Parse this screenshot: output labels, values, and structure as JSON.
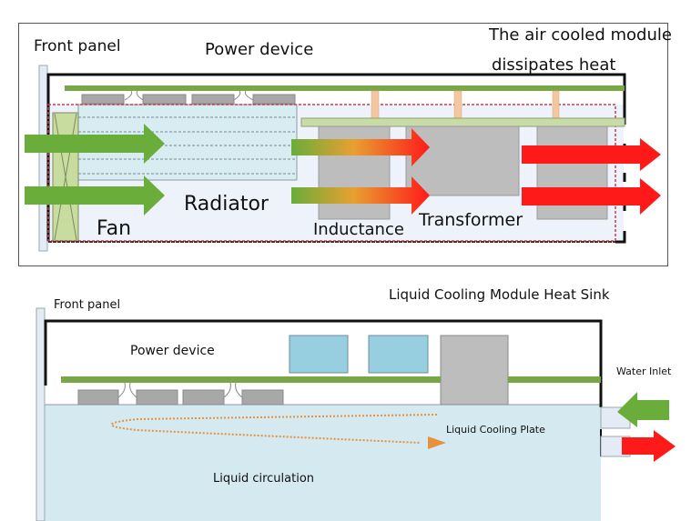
{
  "air_cooled_diagram": {
    "labels": {
      "front_panel": "Front panel",
      "power_device": "Power device",
      "title_line1": "The air cooled module",
      "title_line2": "dissipates heat",
      "radiator": "Radiator",
      "fan": "Fan",
      "inductance": "Inductance",
      "transformer": "Transformer"
    },
    "airflow": {
      "inlet": "cool air (green)",
      "through_components": "warming air (green to red)",
      "outlet": "hot air (red)"
    }
  },
  "liquid_cooled_diagram": {
    "labels": {
      "front_panel": "Front panel",
      "title": "Liquid Cooling Module Heat Sink",
      "power_device": "Power device",
      "water_inlet": "Water Inlet",
      "cooling_plate": "Liquid Cooling Plate",
      "circulation": "Liquid circulation"
    }
  },
  "colors": {
    "cool_arrow": "#6aad3a",
    "hot_arrow": "#ff1a1a",
    "pcb_green": "#79a748",
    "pcb_light_green": "#c9dca7",
    "component_gray": "#bdbdbd",
    "radiator_blue": "#d7edf2",
    "liquid_plate": "#d4eaf0",
    "capacitor_blue": "#98cfe0",
    "standoff_orange": "#f5c7a0",
    "dashed_red": "#c0404a",
    "circulation_orange": "#e8903a"
  }
}
